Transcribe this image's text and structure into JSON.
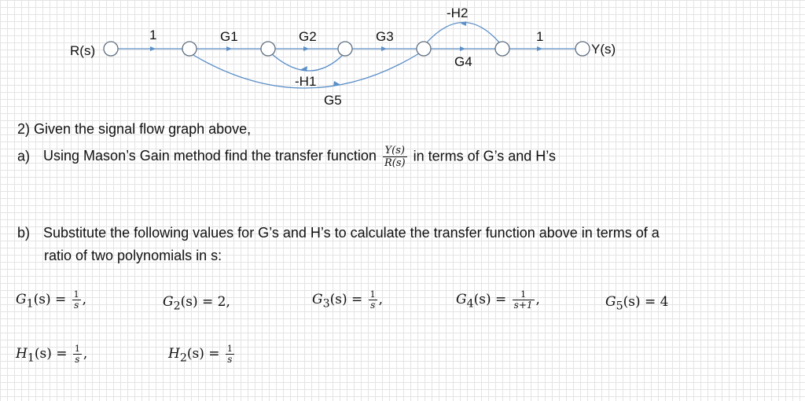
{
  "graph": {
    "input_label": "R(s)",
    "output_label": "Y(s)",
    "branch_labels": {
      "r_to_n1": "1",
      "g1": "G1",
      "g2": "G2",
      "g3": "G3",
      "g4": "G4",
      "h1": "-H1",
      "h2": "-H2",
      "g5": "G5",
      "n6_to_y": "1"
    }
  },
  "question": {
    "intro": "2) Given the signal flow graph above,",
    "part_a_prefix": "a)",
    "part_a_text": "Using Mason’s Gain method find the transfer function",
    "part_a_tf_num": "Y(s)",
    "part_a_tf_den": "R(s)",
    "part_a_suffix": "in terms of G’s and H’s",
    "part_b_prefix": "b)",
    "part_b_line1": "Substitute the following values for G’s and H’s to calculate the transfer function above in terms of a",
    "part_b_line2": "ratio of two polynomials in s:"
  },
  "values": {
    "g1": {
      "lhs": "G",
      "sub": "1",
      "arg": "(s) =",
      "num": "1",
      "den": "s",
      "tail": ","
    },
    "g2": {
      "text": "(s) = 2,",
      "lhs": "G",
      "sub": "2"
    },
    "g3": {
      "lhs": "G",
      "sub": "3",
      "arg": "(s) =",
      "num": "1",
      "den": "s",
      "tail": ","
    },
    "g4": {
      "lhs": "G",
      "sub": "4",
      "arg": "(s) =",
      "num": "1",
      "den": "s+1",
      "tail": ","
    },
    "g5": {
      "text": "(s) = 4",
      "lhs": "G",
      "sub": "5"
    },
    "h1": {
      "lhs": "H",
      "sub": "1",
      "arg": "(s) =",
      "num": "1",
      "den": "s",
      "tail": ","
    },
    "h2": {
      "lhs": "H",
      "sub": "2",
      "arg": "(s) =",
      "num": "1",
      "den": "s",
      "tail": ""
    }
  }
}
